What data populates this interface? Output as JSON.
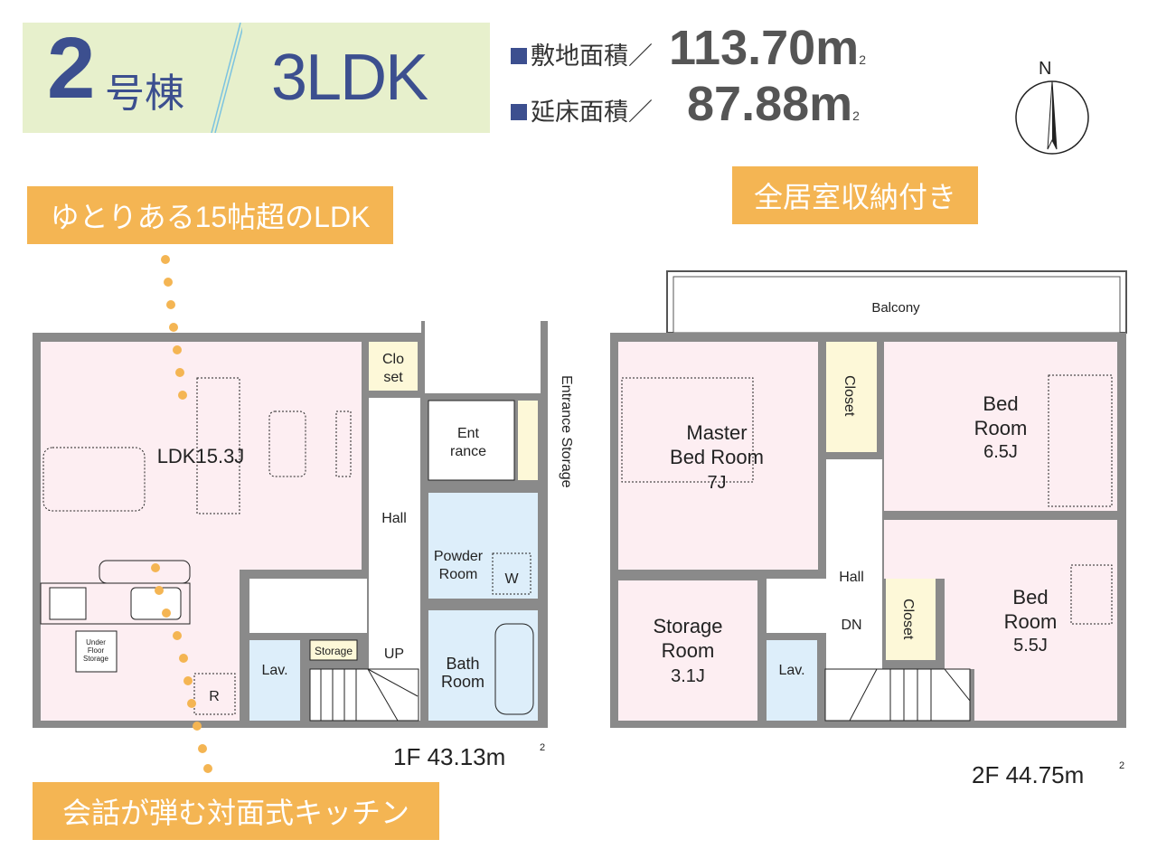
{
  "header": {
    "building_number": "2",
    "building_suffix": "号棟",
    "layout_type": "3LDK",
    "site_area_label": "敷地面積／",
    "site_area_value": "113.70m",
    "floor_area_label": "延床面積／",
    "floor_area_value": "87.88m",
    "unit_sup": "2",
    "compass": "N"
  },
  "callouts": {
    "ldk": "ゆとりある15帖超のLDK",
    "storage": "全居室収納付き",
    "kitchen": "会話が弾む対面式キッチン"
  },
  "floor1": {
    "area": "1F 43.13m",
    "rooms": {
      "ldk": "LDK15.3J",
      "closet_1": "Clo",
      "closet_2": "set",
      "entrance_1": "Ent",
      "entrance_2": "rance",
      "entrance_storage": "Entrance Storage",
      "hall": "Hall",
      "powder_1": "Powder",
      "powder_2": "Room",
      "washer": "W",
      "bath_1": "Bath",
      "bath_2": "Room",
      "lav": "Lav.",
      "storage": "Storage",
      "up": "UP",
      "underfloor_1": "Under",
      "underfloor_2": "Floor",
      "underfloor_3": "Storage",
      "fridge": "R"
    }
  },
  "floor2": {
    "area": "2F 44.75m",
    "rooms": {
      "balcony": "Balcony",
      "master_1": "Master",
      "master_2": "Bed Room",
      "master_3": "7J",
      "closet": "Closet",
      "bed1_1": "Bed",
      "bed1_2": "Room",
      "bed1_3": "6.5J",
      "hall": "Hall",
      "dn": "DN",
      "storage_1": "Storage",
      "storage_2": "Room",
      "storage_3": "3.1J",
      "lav": "Lav.",
      "closet2": "Closet",
      "bed2_1": "Bed",
      "bed2_2": "Room",
      "bed2_3": "5.5J"
    }
  },
  "colors": {
    "accent_blue": "#3c4f8f",
    "badge_orange": "#f4b553",
    "title_bg": "#e7f0cc",
    "room_pink": "#fdeef2",
    "room_blue": "#ddeefa",
    "room_yellow": "#fdf8d8",
    "wall": "#8a8a8a"
  }
}
